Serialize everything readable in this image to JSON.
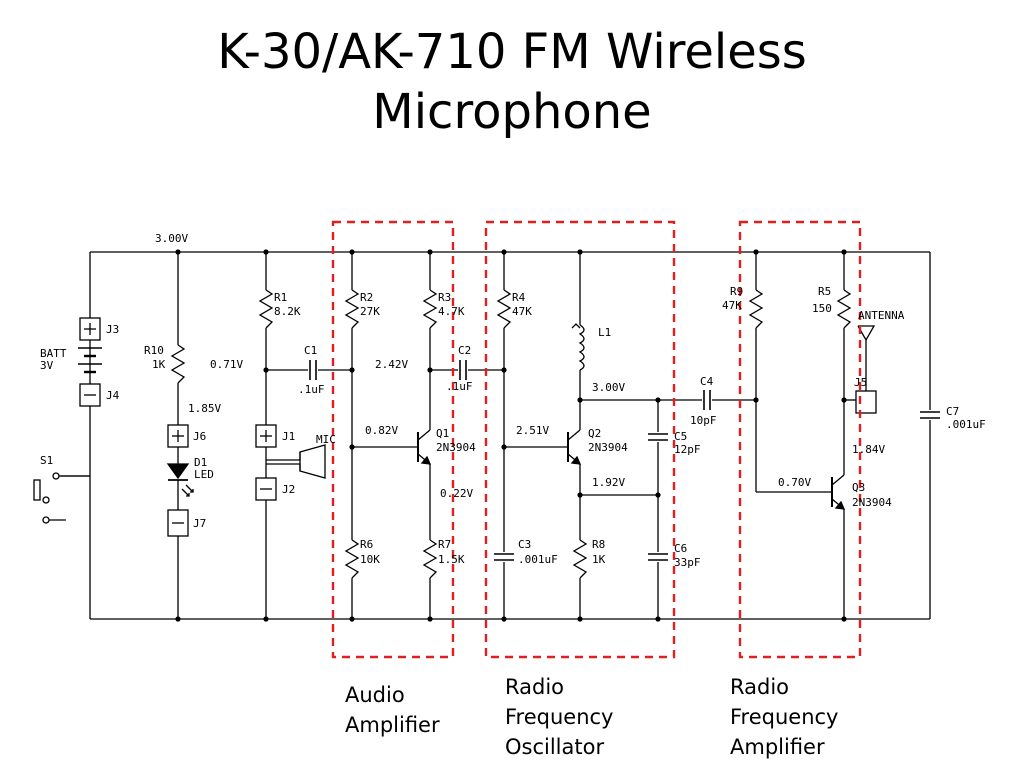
{
  "title": {
    "line1": "K-30/AK-710 FM Wireless",
    "line2": "Microphone"
  },
  "captions": {
    "audio": [
      "Audio",
      "Amplifier"
    ],
    "oscillator": [
      "Radio",
      "Frequency",
      "Oscillator"
    ],
    "rf_amp": [
      "Radio",
      "Frequency",
      "Amplifier"
    ]
  },
  "colors": {
    "section_box": "#e02020",
    "wire": "#000000"
  },
  "schematic": {
    "supply_voltage": "3.00V",
    "batt": [
      "BATT",
      "3V"
    ],
    "j3": "J3",
    "j4": "J4",
    "s1": "S1",
    "r10": [
      "R10",
      "1K"
    ],
    "v_185": "1.85V",
    "j6": "J6",
    "d1": [
      "D1",
      "LED"
    ],
    "j7": "J7",
    "r1": [
      "R1",
      "8.2K"
    ],
    "v_071": "0.71V",
    "c1": [
      "C1",
      ".1uF"
    ],
    "j1": "J1",
    "mic": "MIC",
    "j2": "J2",
    "r2": [
      "R2",
      "27K"
    ],
    "r3": [
      "R3",
      "4.7K"
    ],
    "v_242": "2.42V",
    "c2": [
      "C2",
      ".1uF"
    ],
    "v_082": "0.82V",
    "q1": [
      "Q1",
      "2N3904"
    ],
    "v_022": "0.22V",
    "r6": [
      "R6",
      "10K"
    ],
    "r7": [
      "R7",
      "1.5K"
    ],
    "r4": [
      "R4",
      "47K"
    ],
    "l1": "L1",
    "v_300b": "3.00V",
    "v_251": "2.51V",
    "q2": [
      "Q2",
      "2N3904"
    ],
    "v_192": "1.92V",
    "c3": [
      "C3",
      ".001uF"
    ],
    "r8": [
      "R8",
      "1K"
    ],
    "c5": [
      "C5",
      "12pF"
    ],
    "c6": [
      "C6",
      "33pF"
    ],
    "c4": [
      "C4",
      "10pF"
    ],
    "r9": [
      "R9",
      "47K"
    ],
    "r5": [
      "R5",
      "150"
    ],
    "antenna": "ANTENNA",
    "j5": "J5",
    "v_184": "1.84V",
    "v_070": "0.70V",
    "q3": [
      "Q3",
      "2N3904"
    ],
    "c7": [
      "C7",
      ".001uF"
    ]
  }
}
